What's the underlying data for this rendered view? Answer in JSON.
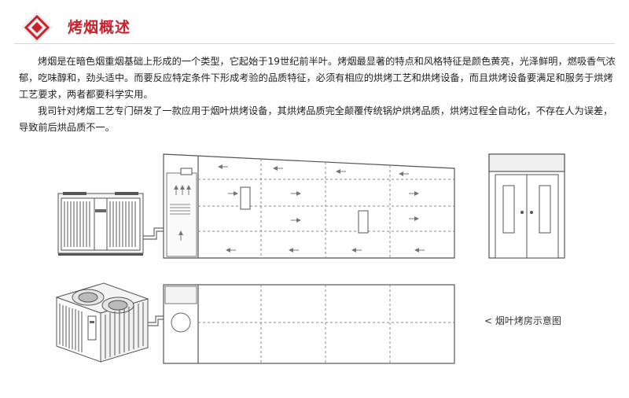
{
  "header": {
    "title": "烤烟概述"
  },
  "intro": {
    "paragraph1": "烤烟是在暗色烟重烟基础上形成的一个类型，它起始于19世纪前半叶。烤烟最显著的特点和风格特征是颜色黄亮，光泽鲜明，燃吸香气浓郁，吃味醇和，劲头适中。而要反应特定条件下形成考验的品质特征，必须有相应的烘烤工艺和烘烤设备，而且烘烤设备要满足和服务于烘烤工艺要求，两者都要科学实用。",
    "paragraph2": "我司针对烤烟工艺专门研发了一款应用于烟叶烘烤设备，其烘烤品质完全颠覆传统锅炉烘烤品质，烘烤过程全自动化，不存在人为误差，导致前后烘品质不一。"
  },
  "diagram": {
    "caption": "< 烟叶烤房示意图",
    "colors": {
      "line": "#555555",
      "dash": "#888888",
      "accent": "#c8222c",
      "frame": "#eeeeee"
    }
  }
}
